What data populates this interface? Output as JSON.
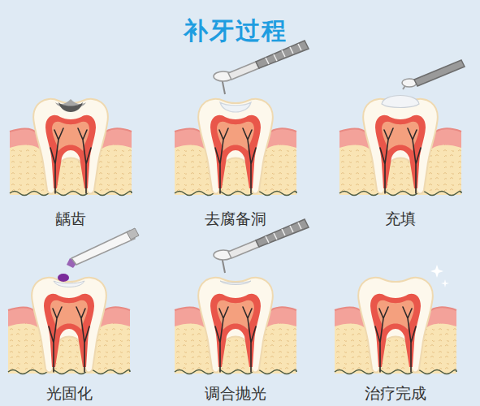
{
  "diagram": {
    "title": "补牙过程",
    "labels": [
      "龋齿",
      "去腐备洞",
      "充填",
      "光固化",
      "调合抛光",
      "治疗完成"
    ]
  }
}
